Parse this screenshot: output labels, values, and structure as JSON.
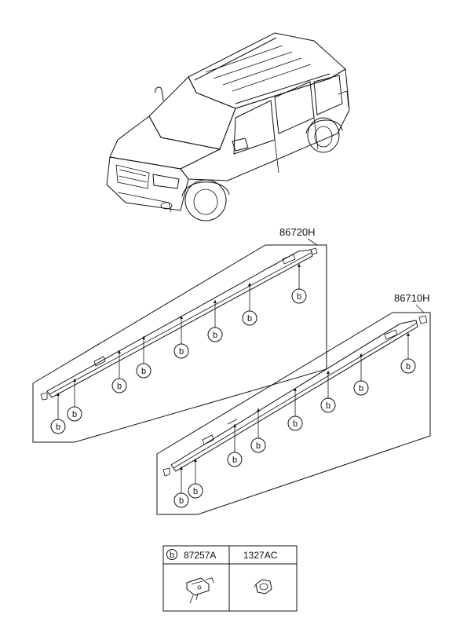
{
  "parts": {
    "upper_rail": "86720H",
    "lower_rail": "86710H"
  },
  "callout_symbol": "b",
  "legend": {
    "symbol": "b",
    "col1_part": "87257A",
    "col2_part": "1327AC"
  }
}
